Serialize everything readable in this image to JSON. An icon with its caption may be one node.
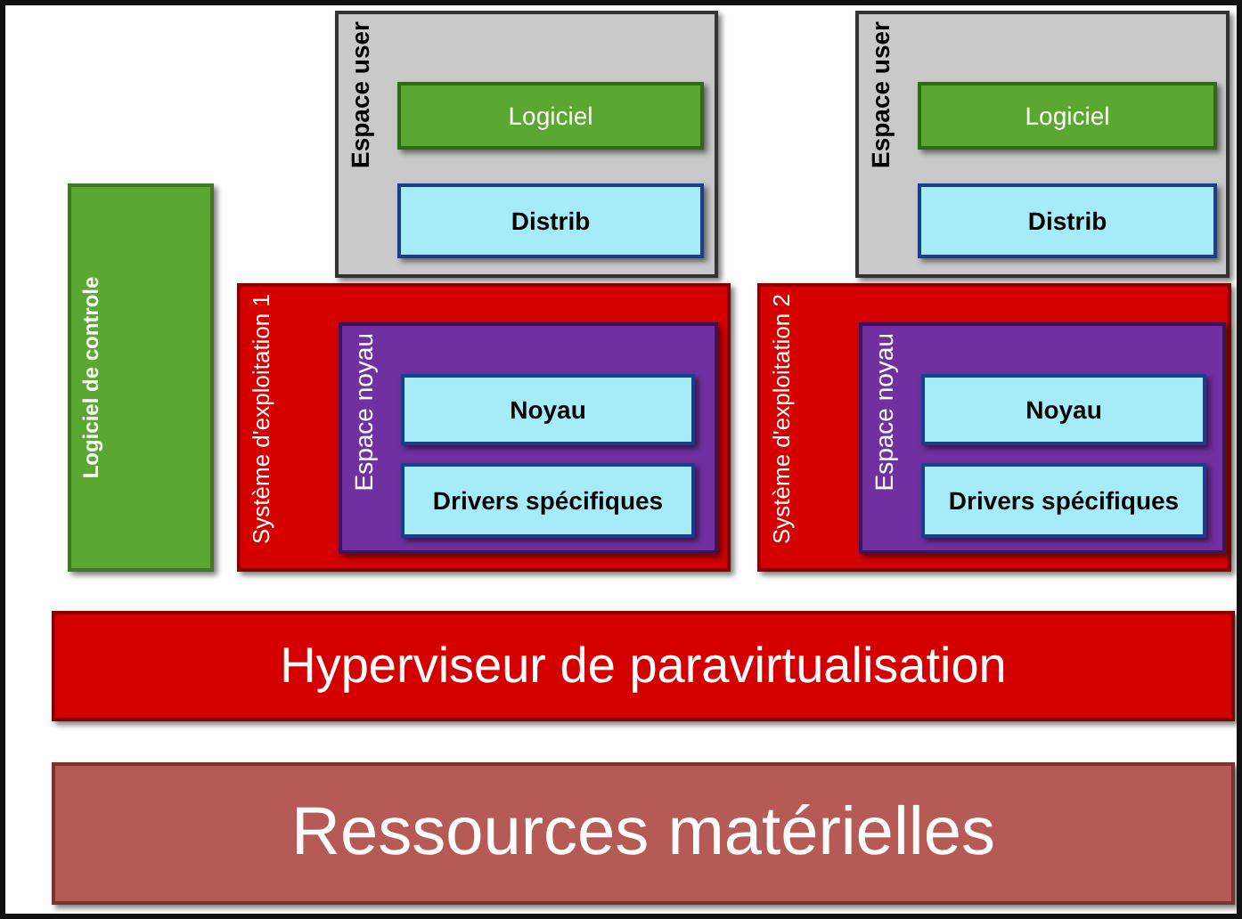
{
  "diagram": {
    "nodes": [
      {
        "text": [
          "Logiciel de controle"
        ]
      },
      {
        "text": [
          "Système d'exploitation 1"
        ]
      },
      {
        "text": [
          "Espace user"
        ]
      },
      {
        "text": [
          "Logiciel"
        ],
        "in": 2
      },
      {
        "text": [
          "Distrib"
        ],
        "in": 2
      },
      {
        "text": [
          "Espace noyau"
        ],
        "in": 1
      },
      {
        "text": [
          "Noyau"
        ],
        "in": 5
      },
      {
        "text": [
          "Drivers spécifiques"
        ],
        "in": 5
      },
      {
        "text": [
          "Système d'exploitation 2"
        ]
      },
      {
        "text": [
          "Espace user"
        ]
      },
      {
        "text": [
          "Logiciel"
        ],
        "in": 9
      },
      {
        "text": [
          "Distrib"
        ],
        "in": 9
      },
      {
        "text": [
          "Espace noyau"
        ],
        "in": 8
      },
      {
        "text": [
          "Noyau"
        ],
        "in": 12
      },
      {
        "text": [
          "Drivers spécifiques"
        ],
        "in": 12
      },
      {
        "text": [
          "Hyperviseur de paravirtualisation"
        ]
      },
      {
        "text": [
          "Ressources matérielles"
        ]
      }
    ],
    "edges": []
  }
}
